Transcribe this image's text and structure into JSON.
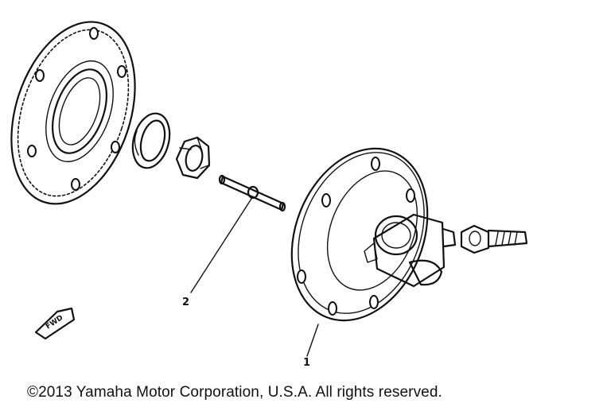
{
  "callouts": [
    {
      "id": "1",
      "label": "1"
    },
    {
      "id": "2",
      "label": "2"
    }
  ],
  "fwd_label": "FWD",
  "copyright": "©2013 Yamaha Motor Corporation, U.S.A. All rights reserved."
}
